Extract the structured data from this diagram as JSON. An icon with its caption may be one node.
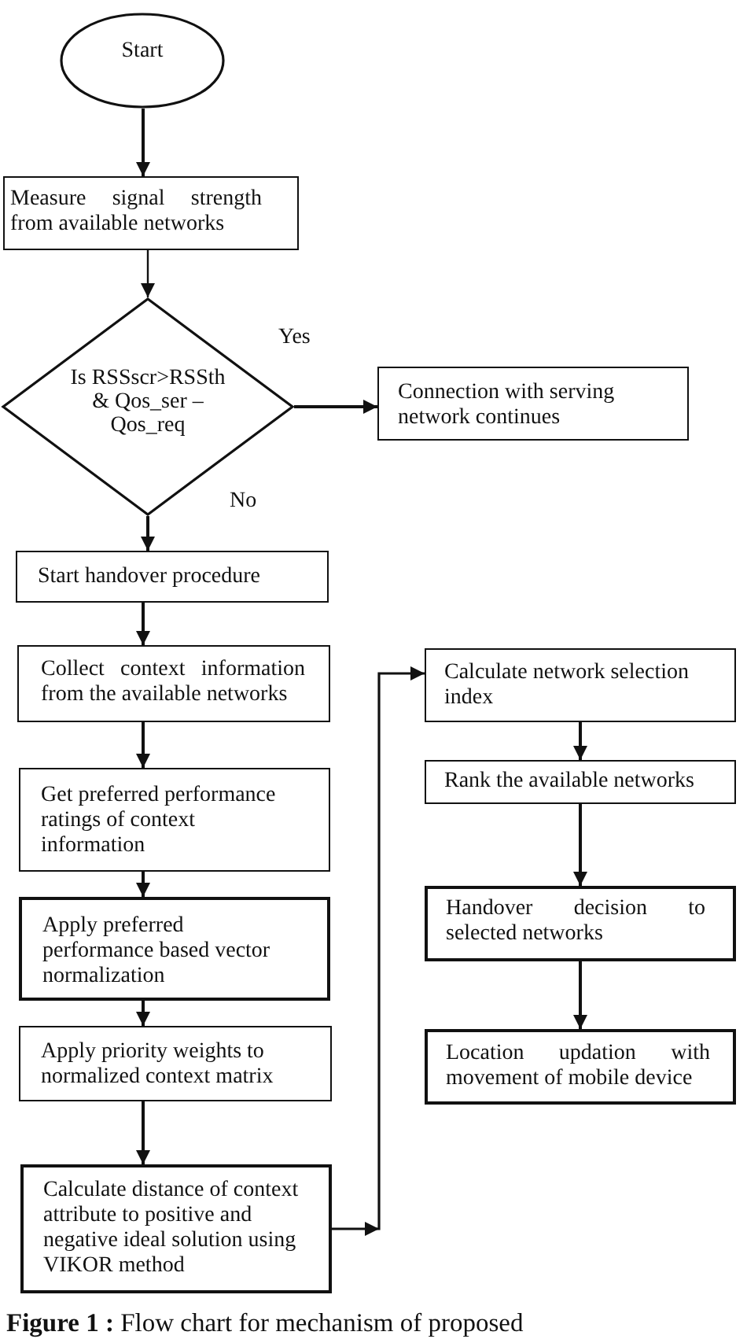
{
  "diagram": {
    "caption": "**Figure 1 :** Flow chart for mechanism of proposed",
    "nodes": [
      {
        "text": [
          "Start"
        ]
      },
      {
        "text": [
          "Measure signal strength from available networks"
        ]
      },
      {
        "text": [
          "Is RSSscr>RSSth & Qos_ser – Qos_req"
        ]
      },
      {
        "text": [
          "Connection with serving network continues"
        ]
      },
      {
        "text": [
          "Start handover procedure"
        ]
      },
      {
        "text": [
          "Collect context information from the available networks"
        ]
      },
      {
        "text": [
          "Get preferred performance ratings of context information"
        ]
      },
      {
        "text": [
          "Apply preferred performance based vector normalization"
        ]
      },
      {
        "text": [
          "Apply priority weights to normalized context matrix"
        ]
      },
      {
        "text": [
          "Calculate distance of context attribute to positive and negative ideal solution using VIKOR method"
        ]
      },
      {
        "text": [
          "Calculate network selection index"
        ]
      },
      {
        "text": [
          "Rank the available networks"
        ]
      },
      {
        "text": [
          "Handover decision to selected networks"
        ]
      },
      {
        "text": [
          "Location updation with movement of mobile device"
        ]
      }
    ],
    "edges": [
      {
        "from": 0,
        "to": 1,
        "arrow": "to"
      },
      {
        "from": 1,
        "to": 2,
        "arrow": "to"
      },
      {
        "from": 2,
        "to": 3,
        "arrow": "to",
        "label": "Yes"
      },
      {
        "from": 2,
        "to": 4,
        "arrow": "to",
        "label": "No"
      },
      {
        "from": 4,
        "to": 5,
        "arrow": "to"
      },
      {
        "from": 5,
        "to": 6,
        "arrow": "to"
      },
      {
        "from": 6,
        "to": 7,
        "arrow": "to"
      },
      {
        "from": 7,
        "to": 8,
        "arrow": "to"
      },
      {
        "from": 8,
        "to": 9,
        "arrow": "to"
      },
      {
        "from": 9,
        "to": 10,
        "arrow": "to"
      },
      {
        "from": 10,
        "to": 11,
        "arrow": "to"
      },
      {
        "from": 11,
        "to": 12,
        "arrow": "to"
      },
      {
        "from": 12,
        "to": 13,
        "arrow": "to"
      }
    ]
  }
}
